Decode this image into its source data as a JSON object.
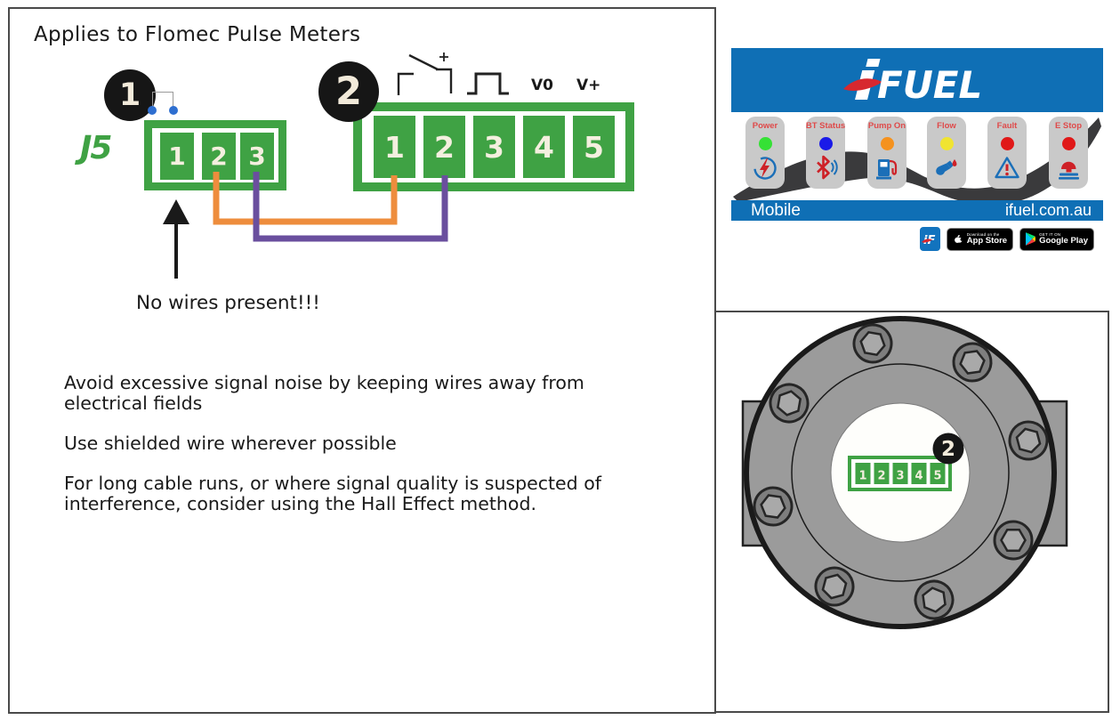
{
  "diagram": {
    "title": "Applies to Flomec Pulse Meters",
    "step1_badge": "1",
    "step2_badge": "2",
    "j5_label": "J5",
    "j5_terminals": [
      "1",
      "2",
      "3"
    ],
    "pulse_block_terminals": [
      "1",
      "2",
      "3",
      "4",
      "5"
    ],
    "v0_label": "V0",
    "vplus_label": "V+",
    "no_wires_note": "No wires present!!!",
    "tips": [
      [
        "Avoid excessive signal noise by keeping wires away from",
        "electrical fields"
      ],
      [
        "Use shielded wire wherever possible"
      ],
      [
        "For long cable runs, or where signal quality is suspected of",
        "interference, consider using the Hall Effect method."
      ]
    ],
    "colors": {
      "terminal_green": "#3FA244",
      "wire_orange": "#EE8D3D",
      "wire_purple": "#6A4F9E"
    }
  },
  "ifuel_panel": {
    "logo_text": "FUEL",
    "header_color": "#0F6FB5",
    "indicators": [
      {
        "label": "Power",
        "led_color": "#35E135",
        "icon": "power-circuit-icon"
      },
      {
        "label": "BT Status",
        "led_color": "#1A1AE8",
        "icon": "bluetooth-icon"
      },
      {
        "label": "Pump On",
        "led_color": "#F5921E",
        "icon": "fuel-pump-icon"
      },
      {
        "label": "Flow",
        "led_color": "#F0E431",
        "icon": "fuel-nozzle-icon"
      },
      {
        "label": "Fault",
        "led_color": "#E01818",
        "icon": "warning-triangle-icon"
      },
      {
        "label": "E Stop",
        "led_color": "#E01818",
        "icon": "emergency-stop-icon"
      }
    ],
    "footer_left": "Mobile",
    "footer_right": "ifuel.com.au",
    "app_icon_text": "iF",
    "app_store_badge": {
      "line1": "Download on the",
      "line2": "App Store"
    },
    "google_play_badge": {
      "line1": "GET IT ON",
      "line2": "Google Play"
    }
  },
  "meter": {
    "step_badge": "2",
    "terminals": [
      "1",
      "2",
      "3",
      "4",
      "5"
    ]
  }
}
